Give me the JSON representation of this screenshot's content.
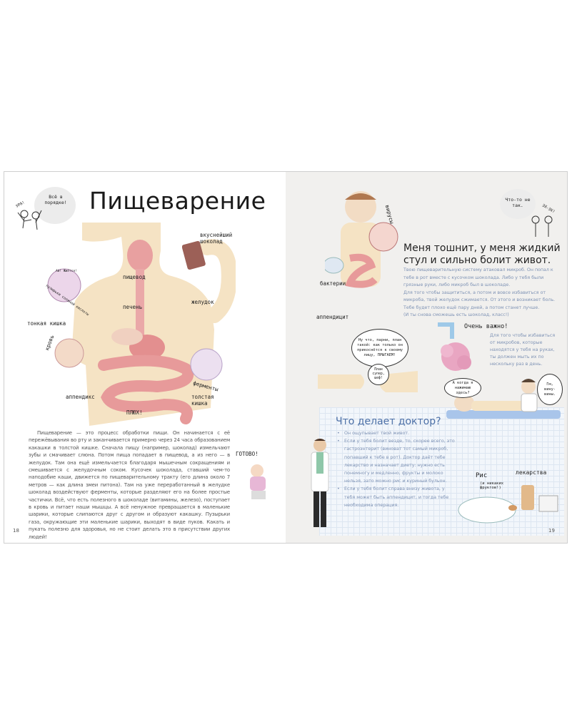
{
  "left_page": {
    "title": "Пищеварение",
    "corner_bubble": "Всё в порядке!",
    "corner_shout": "УРА!",
    "labels": {
      "chocolate": "вкуснейший шоколад",
      "esophagus": "пищевод",
      "liver": "печень",
      "stomach": "желудок",
      "small_intestine": "тонкая кишка",
      "blood": "кровь",
      "acid_bubbles": "пузырьки соляной кислоты",
      "acid_inner": "Ай! Жжётся!",
      "enzymes": "ферменты",
      "appendix": "аппендикс",
      "large_intestine": "толстая кишка",
      "plop": "ПЛЮХ!",
      "ready": "ГОТОВО!"
    },
    "body_text": "Пищеварение — это процесс обработки пищи. Он начинается с её пережёвывания во рту и заканчивается примерно через 24 часа образованием какашки в толстой кишке. Сначала пищу (например, шоколад) измельчают зубы и смачивает слюна. Потом пища попадает в пищевод, а из него — в желудок. Там она ещё измельчается благодаря мышечным сокращениям и смешивается с желудочным соком. Кусочек шоколада, ставший чем-то наподобие каши, движется по пищеварительному тракту (его длина около 7 метров — как длина змеи питона). Там на уже переработанный в желудке шоколад воздействуют ферменты, которые разделяют его на более простые частички. Всё, что есть полезного в шоколаде (витамины, железо), поступает в кровь и питает наши мышцы. А всё ненужное превращается в маленькие шарики, которые слипаются друг с другом и образуют какашку. Пузырьки газа, окружающие эти маленькие шарики, выходят в виде пуков. Какать и пукать полезно для здоровья, но не стоит делать это в присутствии других людей!",
    "page_number": "18"
  },
  "right_page": {
    "corner_bubble": "Что-то не так.",
    "corner_shout": "ЭХ-ЭХ!",
    "labels": {
      "viruses": "вирусы",
      "bacteria": "бактерии",
      "appendicitis": "аппендицит",
      "very_important": "Очень важно!",
      "rice": "Рис",
      "rice_note": "(и никаких фруктов!)",
      "medicine": "лекарства"
    },
    "heading": "Меня тошнит, у меня жидкий стул и сильно болит живот.",
    "paragraphs": [
      "Твою пищеварительную систему атаковал микроб. Он попал к тебе в рот вместе с кусочком шоколада. Либо у тебя были грязные руки, либо микроб был в шоколаде.",
      "Для того чтобы защититься, а потом и вовсе избавиться от микроба, твой желудок сжимается. От этого и возникает боль. Тебе будет плохо ещё пару дней, а потом станет лучше.",
      "(И ты снова сможешь есть шоколад, класс!)"
    ],
    "wash_text": "Для того чтобы избавиться от микробов, которые находятся у тебя на руках, ты должен мыть их по нескольку раз в день.",
    "bubbles": {
      "germ_big": "Ну что, парни, план такой: как только он прикоснётся к своему лицу, ПРЫГАЕМ!",
      "germ_small": "План супер, шеф!",
      "doctor_question": "А когда я нажимаю здесь?",
      "patient_answer": "Гм, вину-вины."
    },
    "doctor_box": {
      "title": "Что делает доктор?",
      "items": [
        "Он ощупывает твой живот.",
        "Если у тебя болит везде, то, скорее всего, это гастроэнтерит (виноват тот самый микроб, попавший к тебе в рот). Доктор даёт тебе лекарство и назначает диету: нужно есть понемногу и медленно, фрукты и молоко нельзя, зато можно рис и куриный бульон.",
        "Если у тебя болит справа внизу живота, у тебя может быть аппендицит, и тогда тебе необходима операция."
      ]
    },
    "page_number": "19"
  },
  "colors": {
    "right_page_bg": "#f1f0ee",
    "doctor_title": "#4b6fa6",
    "info_text": "#7f93b5",
    "gut_pink": "#e79a9a",
    "skin": "#f5e3c4"
  }
}
